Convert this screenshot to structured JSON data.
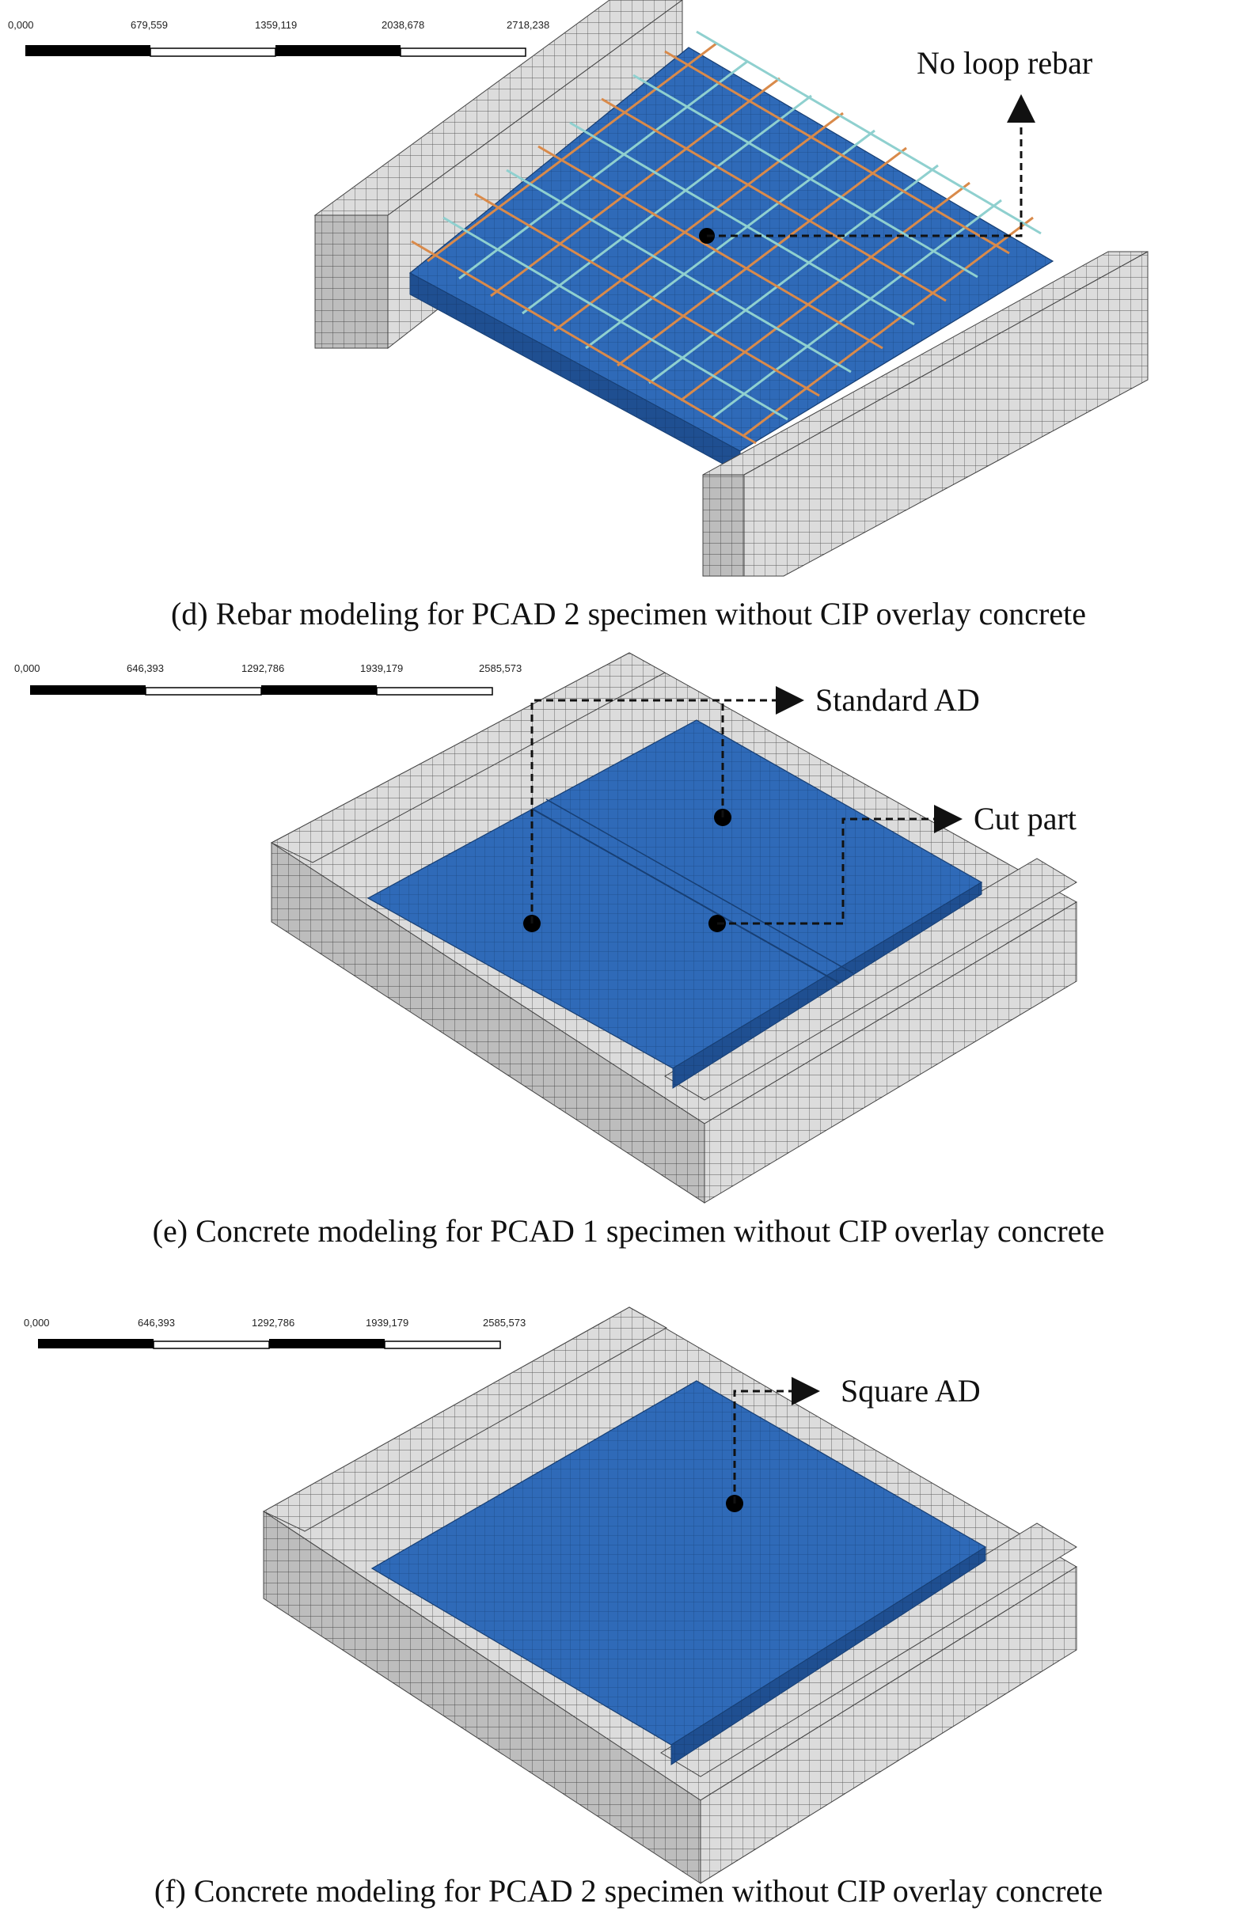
{
  "colors": {
    "slab_blue": "#2e68b5",
    "slab_blue_dark": "#1f4f91",
    "frame_gray": "#d8d8d8",
    "frame_gray_dark": "#b9b9b9",
    "mesh_line": "#555555",
    "rebar_orange": "#d98a4a",
    "rebar_cyan": "#8fd0cf"
  },
  "panel_d": {
    "scale_labels": [
      "0,000",
      "679,559",
      "1359,119",
      "2038,678",
      "2718,238"
    ],
    "annotation": "No loop rebar",
    "caption": "(d) Rebar modeling for PCAD 2 specimen without CIP overlay concrete"
  },
  "panel_e": {
    "scale_labels": [
      "0,000",
      "646,393",
      "1292,786",
      "1939,179",
      "2585,573"
    ],
    "annotation_1": "Standard AD",
    "annotation_2": "Cut part",
    "caption": "(e) Concrete modeling for PCAD 1 specimen without CIP overlay concrete"
  },
  "panel_f": {
    "scale_labels": [
      "0,000",
      "646,393",
      "1292,786",
      "1939,179",
      "2585,573"
    ],
    "annotation": "Square AD",
    "caption": "(f) Concrete modeling for PCAD 2 specimen without CIP overlay concrete"
  }
}
